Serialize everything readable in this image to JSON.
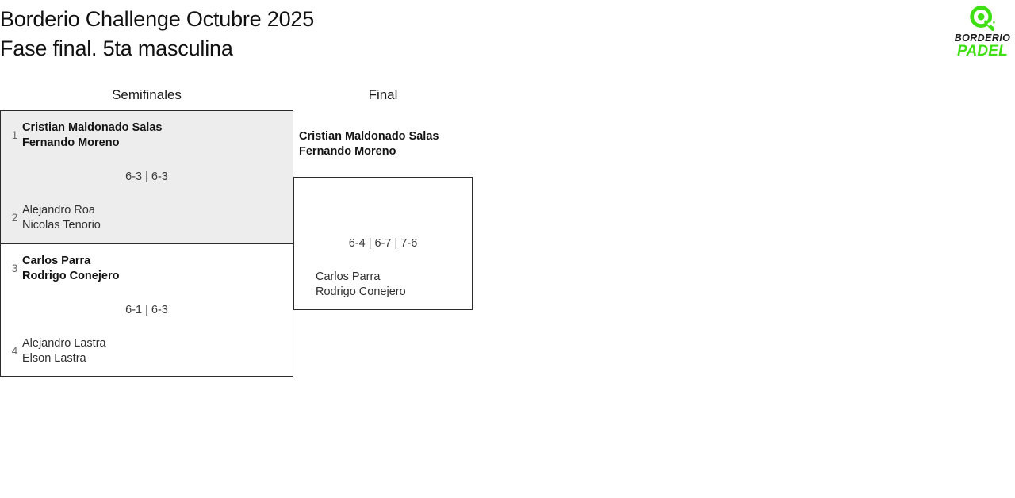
{
  "header": {
    "title_line_1": "Borderio Challenge Octubre 2025",
    "title_line_2": "Fase final. 5ta masculina"
  },
  "logo": {
    "icon_name": "borderio-padel-racket-icon",
    "word_top": "BORDERIO",
    "word_bottom": "PADEL",
    "color_green": "#3ee013",
    "color_dark": "#1d1d1d"
  },
  "colors": {
    "highlight_background": "#ededed",
    "box_border": "#2b2b2b",
    "seed_text": "#666666",
    "score_text": "#3a3a3a"
  },
  "rounds": [
    {
      "label": "Semifinales"
    },
    {
      "label": "Final"
    }
  ],
  "matches": [
    {
      "id": "sf-0",
      "round": "Semifinales",
      "highlighted": true,
      "score": "6-3 | 6-3",
      "top": {
        "seed": "1",
        "winner": true,
        "player_1": "Cristian Maldonado Salas",
        "player_2": "Fernando Moreno"
      },
      "bottom": {
        "seed": "2",
        "winner": false,
        "player_1": "Alejandro Roa",
        "player_2": "Nicolas Tenorio"
      }
    },
    {
      "id": "sf-1",
      "round": "Semifinales",
      "highlighted": false,
      "score": "6-1 | 6-3",
      "top": {
        "seed": "3",
        "winner": true,
        "player_1": "Carlos Parra",
        "player_2": "Rodrigo Conejero"
      },
      "bottom": {
        "seed": "4",
        "winner": false,
        "player_1": "Alejandro Lastra",
        "player_2": "Elson Lastra"
      }
    },
    {
      "id": "final-0",
      "round": "Final",
      "highlighted": false,
      "score": "6-4 | 6-7 | 7-6",
      "top": {
        "seed": "",
        "winner": true,
        "player_1": "Cristian Maldonado Salas",
        "player_2": "Fernando Moreno"
      },
      "bottom": {
        "seed": "",
        "winner": false,
        "player_1": "Carlos Parra",
        "player_2": "Rodrigo Conejero"
      }
    }
  ],
  "champion": {
    "player_1": "Cristian Maldonado Salas",
    "player_2": "Fernando Moreno"
  }
}
